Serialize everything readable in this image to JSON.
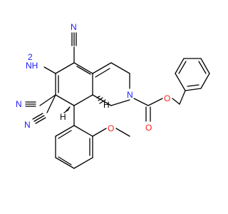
{
  "molecule": {
    "atom_labels": {
      "amine": "NH",
      "amine_subscript": "2",
      "nitrile_top_n": "N",
      "nitrile_left_upper_n": "N",
      "nitrile_left_lower_n": "N",
      "ring_nitrogen": "N",
      "carbonyl_oxygen": "O",
      "ester_oxygen": "O",
      "methoxy_oxygen": "O",
      "stereo_h_upper": "H",
      "stereo_h_lower": "H"
    },
    "colors": {
      "bond": "#000000",
      "carbon_label": "#000000",
      "nitrogen_label": "#1a1aff",
      "oxygen_label": "#ff1a1a"
    }
  }
}
